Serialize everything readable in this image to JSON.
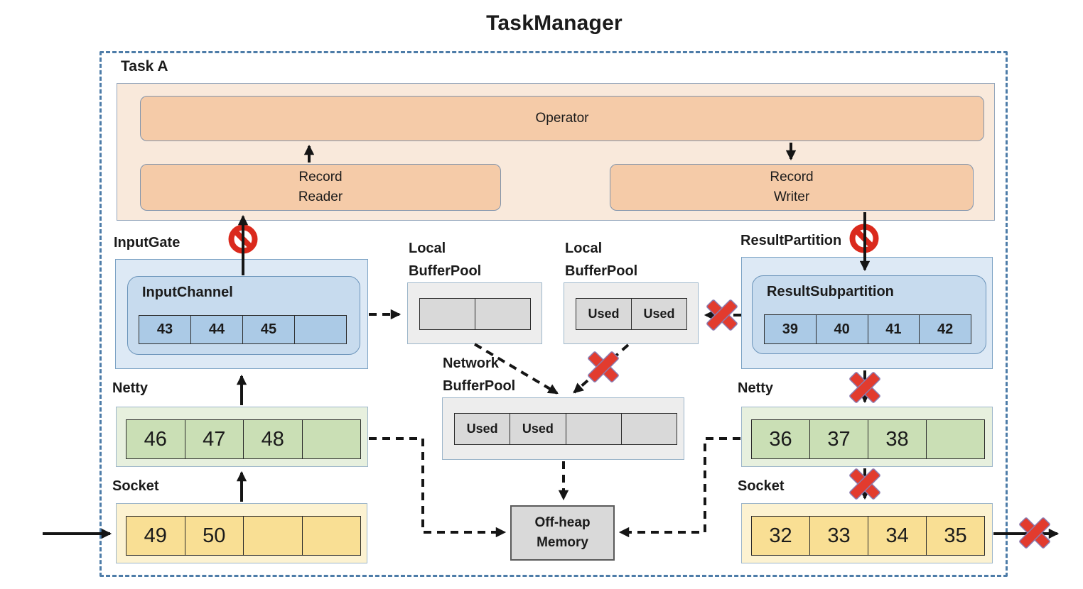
{
  "title": "TaskManager",
  "colors": {
    "dashed_border": "#4d7ca8",
    "task_fill": "#f9e9db",
    "task_border": "#93a5bb",
    "operator_fill": "#f5cba8",
    "operator_border": "#8094ad",
    "blue_outer": "#dde9f5",
    "blue_inner": "#c7dbee",
    "blue_cell": "#abcae6",
    "blue_border": "#7ba2c4",
    "blue_inner_border": "#6b94ba",
    "gray_pool": "#ededed",
    "gray_cell": "#d9d9d9",
    "pool_border": "#9db6ca",
    "green_outer": "#e7f0de",
    "green_cell": "#cadfb5",
    "yellow_outer": "#fcf2d1",
    "yellow_cell": "#f9df94",
    "offheap_fill": "#d9d9d9",
    "offheap_border": "#5a5a5a",
    "red": "#da291c",
    "x_red": "#e23b2e",
    "x_outline": "#8b7cb1",
    "arrow": "#151515",
    "text": "#1b1b1b"
  },
  "task_a": {
    "label": "Task A",
    "operator": "Operator",
    "record_reader": "Record\nReader",
    "record_writer": "Record\nWriter"
  },
  "input_gate": {
    "label": "InputGate",
    "channel_label": "InputChannel",
    "cells": [
      "43",
      "44",
      "45",
      ""
    ]
  },
  "result_partition": {
    "label": "ResultPartition",
    "subpartition_label": "ResultSubpartition",
    "cells": [
      "39",
      "40",
      "41",
      "42"
    ]
  },
  "local_buffer_pool_left": {
    "label": "Local\nBufferPool",
    "cells": [
      "",
      ""
    ]
  },
  "local_buffer_pool_right": {
    "label": "Local\nBufferPool",
    "cells": [
      "Used",
      "Used"
    ]
  },
  "network_buffer_pool": {
    "label": "Network\nBufferPool",
    "cells": [
      "Used",
      "Used",
      "",
      ""
    ]
  },
  "off_heap": {
    "label": "Off-heap\nMemory"
  },
  "netty_left": {
    "label": "Netty",
    "cells": [
      "46",
      "47",
      "48",
      ""
    ]
  },
  "netty_right": {
    "label": "Netty",
    "cells": [
      "36",
      "37",
      "38",
      ""
    ]
  },
  "socket_left": {
    "label": "Socket",
    "cells": [
      "49",
      "50",
      "",
      ""
    ]
  },
  "socket_right": {
    "label": "Socket",
    "cells": [
      "32",
      "33",
      "34",
      "35"
    ]
  }
}
